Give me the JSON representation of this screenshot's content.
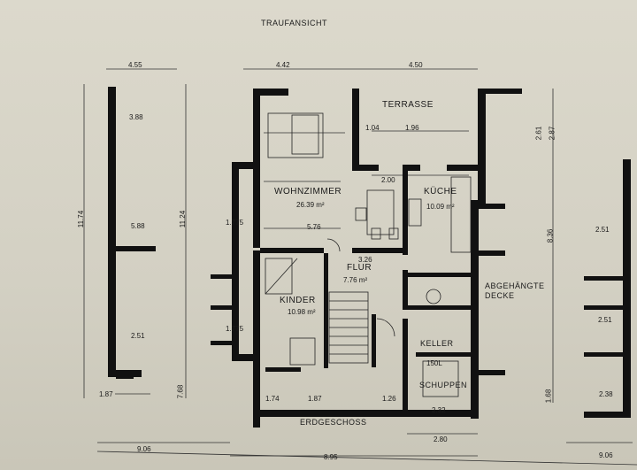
{
  "title_top": "TRAUFANSICHT",
  "rooms": {
    "terrasse": "TERRASSE",
    "wohnzimmer": "WOHNZIMMER",
    "wohnzimmer_area": "26.39 m²",
    "kueche": "KÜCHE",
    "kueche_area": "10.09 m²",
    "flur": "FLUR",
    "flur_area": "7.76 m²",
    "kinder": "KINDER",
    "kinder_area": "10.98 m²",
    "keller": "KELLER",
    "schuppen": "SCHUPPEN",
    "abgehaengte_1": "ABGEHÄNGTE",
    "abgehaengte_2": "DECKE",
    "erdgeschoss": "ERDGESCHOSS"
  },
  "dims": {
    "top_455": "4.55",
    "top_442": "4.42",
    "top_450": "4.50",
    "d_388": "3.88",
    "d_588": "5.88",
    "d_251a": "2.51",
    "d_251b": "2.51",
    "d_251c": "2.51",
    "d_1274a": "11.74",
    "d_1124": "11.24",
    "d_836": "8.36",
    "d_576": "5.76",
    "d_326": "3.26",
    "d_200": "2.00",
    "d_196": "1.96",
    "d_104": "1.04",
    "d_187a": "1.87",
    "d_187b": "1.87",
    "d_174": "1.74",
    "d_126": "1.26",
    "d_280": "2.80",
    "d_906": "9.06",
    "d_895": "8.95",
    "d_906r": "9.06",
    "d_232": "2.32",
    "d_238": "2.38",
    "d_768": "7.68",
    "d_168": "1.68",
    "d_261": "2.61",
    "d_287": "2.87",
    "d_1775a": "1.775",
    "d_1775b": "1.775",
    "d_150": "150L"
  },
  "colors": {
    "wall": "#111111",
    "paper": "#d8d5c8",
    "line": "#333333"
  }
}
